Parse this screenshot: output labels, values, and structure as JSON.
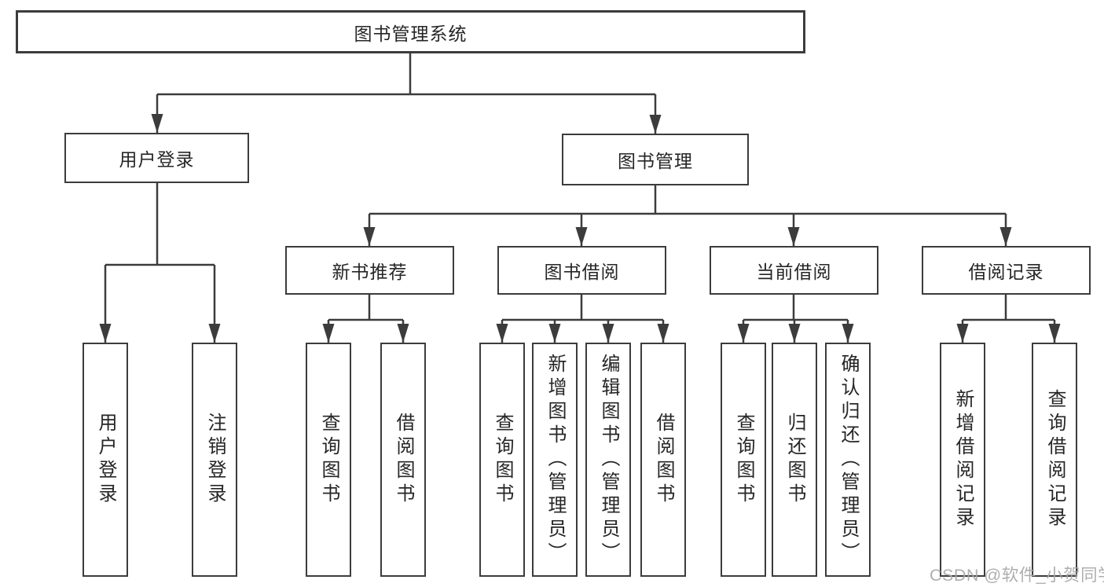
{
  "diagram": {
    "root": "图书管理系统",
    "branches": [
      {
        "label": "用户登录",
        "leaves": [
          "用户登录",
          "注销登录"
        ]
      },
      {
        "label": "图书管理",
        "groups": [
          {
            "label": "新书推荐",
            "leaves": [
              "查询图书",
              "借阅图书"
            ]
          },
          {
            "label": "图书借阅",
            "leaves": [
              "查询图书",
              "新增图书（管理员）",
              "编辑图书（管理员）",
              "借阅图书"
            ]
          },
          {
            "label": "当前借阅",
            "leaves": [
              "查询图书",
              "归还图书",
              "确认归还（管理员）"
            ]
          },
          {
            "label": "借阅记录",
            "leaves": [
              "新增借阅记录",
              "查询借阅记录"
            ]
          }
        ]
      }
    ]
  },
  "watermark": "CSDN @软件_小贺同学",
  "colors": {
    "line": "#3c3c3c",
    "text": "#262626",
    "watermark": "#a8a8aa",
    "background": "#ffffff"
  }
}
